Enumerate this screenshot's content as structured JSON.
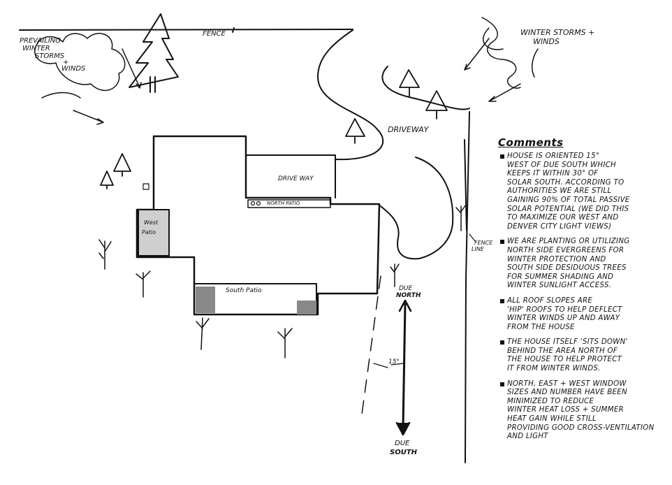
{
  "labels": {
    "fence": "FENCE",
    "prevailing": [
      "PREVAILING",
      "WINTER",
      "STORMS",
      "+",
      "WINDS"
    ],
    "winter_storms": [
      "WINTER STORMS +",
      "WINDS"
    ],
    "driveway_outer": "DRIVEWAY",
    "driveway_inner": "DRIVE WAY",
    "north_patio": "NORTH PATIO",
    "west_patio": [
      "West",
      "Patio"
    ],
    "south_patio": "South Patio",
    "fence_line": [
      "FENCE",
      "LINE"
    ],
    "due_north": [
      "DUE",
      "NORTH"
    ],
    "due_south": [
      "DUE",
      "SOUTH"
    ],
    "angle": "15°"
  },
  "comments": {
    "title": "Comments",
    "items": [
      {
        "lines": [
          "House is oriented 15°",
          "West of due South which",
          "keeps it within 30° of",
          "Solar South. According to",
          "Authorities we are still",
          "Gaining 90% of total passive",
          "Solar Potential (we did this",
          "to maximize our west and",
          "Denver City light views)"
        ]
      },
      {
        "lines": [
          "We are planting or utilizing",
          "North side evergreens for",
          "winter protection and",
          "South side desiduous trees",
          "for summer shading and",
          "winter sunlight access."
        ]
      },
      {
        "lines": [
          "All Roof slopes are",
          "'Hip' Roofs to help deflect",
          "winter winds up and away",
          "from the house"
        ]
      },
      {
        "lines": [
          "The house itself 'sits down'",
          "behind the area North of",
          "the house to help protect",
          "it from winter winds."
        ]
      },
      {
        "lines": [
          "North, East + West Window",
          "sizes and number have been",
          "minimized to reduce",
          "winter heat loss + summer",
          "heat gain while still",
          "providing good cross-ventilation",
          "and light"
        ]
      }
    ]
  }
}
